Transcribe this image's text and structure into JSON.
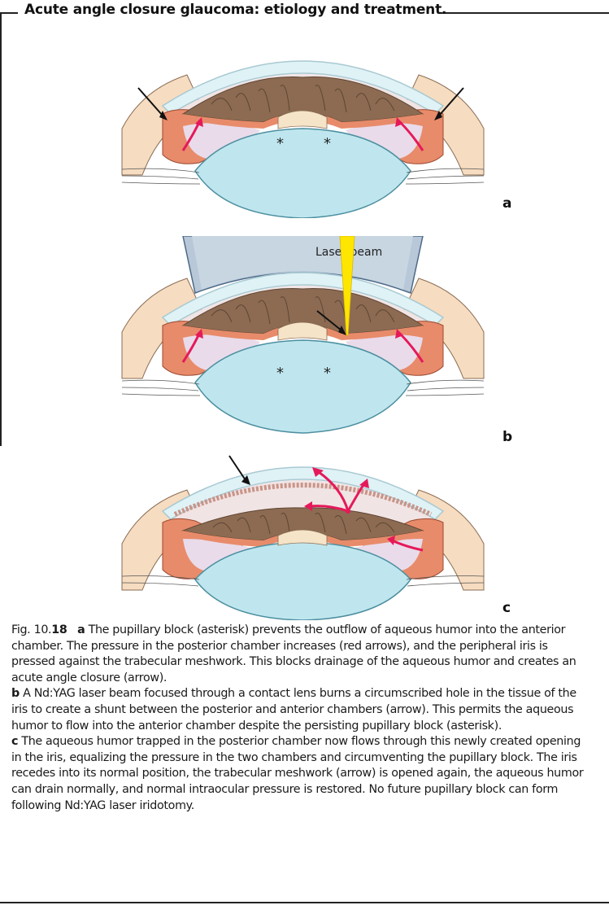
{
  "box_title": "Acute angle closure glaucoma: etiology and treatment.",
  "panels": [
    {
      "label": "a"
    },
    {
      "label": "b",
      "annotation": "Laser beam"
    },
    {
      "label": "c"
    }
  ],
  "asterisk": "*",
  "caption": {
    "fig_prefix": "Fig. 10.",
    "fig_number_bold": "18",
    "a_label": "a",
    "a_text": " The pupillary block (asterisk) prevents the outflow of aqueous humor into the anterior chamber. The pressure in the posterior chamber increases (red arrows), and the peripheral iris is pressed against the trabecular meshwork. This blocks drainage of the aqueous humor and creates an acute angle closure (arrow).",
    "b_label": "b",
    "b_text": " A Nd:YAG laser beam focused through a contact lens burns a circumscribed hole in the tissue of the iris to create a shunt between the posterior and anterior chambers (arrow). This permits the aqueous humor to flow into the anterior chamber despite the persisting pupillary block (asterisk).",
    "c_label": "c",
    "c_text": " The aqueous humor trapped in the posterior chamber now flows through this newly created opening in the iris, equalizing the pressure in the two chambers and circumventing the pupillary block. The iris recedes into its normal position, the trabecular meshwork (arrow) is opened again, the aqueous humor can drain normally, and normal intraocular pressure is restored. No future pupillary block can form following Nd:YAG laser iridotomy."
  },
  "colors": {
    "cornea": "#dff2f6",
    "cornea_edge": "#a9c9d2",
    "chamber": "#f1e4e4",
    "iris": "#8c6b52",
    "iris_dark": "#5e4533",
    "ciliary": "#e88b6a",
    "ciliary_light": "#f5c6a8",
    "posterior": "#e9dbea",
    "lens": "#bfe6ee",
    "lens_edge": "#4d8fa0",
    "sclera": "#f6dcc0",
    "flow_arrow": "#e5195a",
    "laser": "#ffe600",
    "contact_lens": "#b8c8d8"
  }
}
